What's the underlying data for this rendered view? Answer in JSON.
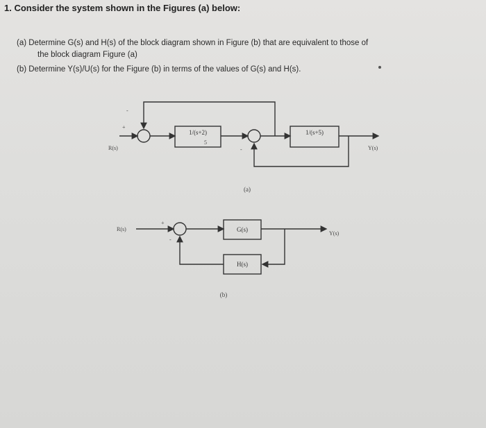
{
  "question": {
    "title": "1. Consider the system shown in the Figures (a) below:",
    "part_a_line1": "(a)  Determine G(s) and H(s) of the block diagram shown in Figure (b) that are equivalent to those of",
    "part_a_line2": "the block diagram Figure (a)",
    "part_b": "(b)  Determine Y(s)/U(s) for the Figure (b) in terms of the values of G(s) and H(s)."
  },
  "figure_a": {
    "block1": "1/(s+2)",
    "block1_sub": "5",
    "block2": "1/(s+5)",
    "input_label": "R(s)",
    "output_label": "Y(s)",
    "sign_plus": "+",
    "sign_minus": "-",
    "sign_minus2": "-",
    "caption": "(a)"
  },
  "figure_b": {
    "forward_block": "G(s)",
    "feedback_block": "H(s)",
    "input_label": "R(s)",
    "output_label": "Y(s)",
    "sign_plus": "+",
    "sign_minus": "-",
    "caption": "(b)"
  }
}
